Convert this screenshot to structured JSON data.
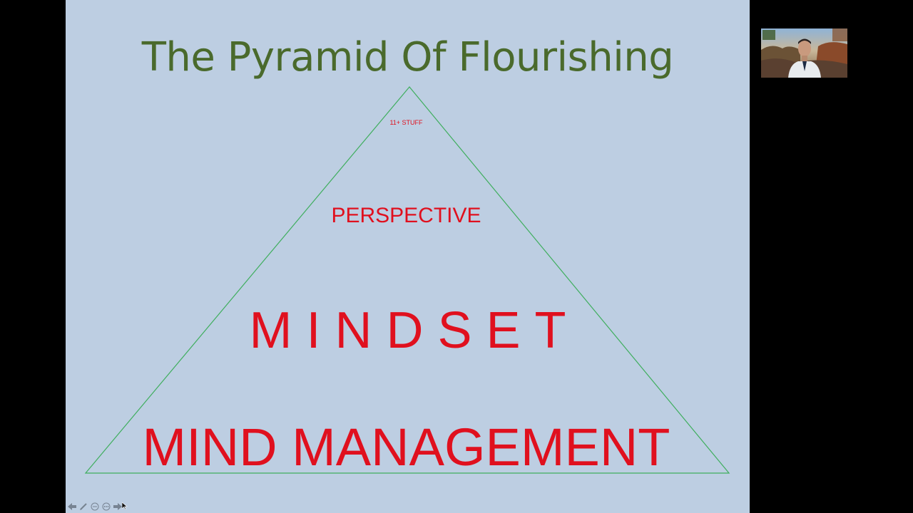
{
  "slide": {
    "title": "The Pyramid Of Flourishing",
    "tiers": {
      "top": "11+ STUFF",
      "perspective": "PERSPECTIVE",
      "mindset": "MINDSET",
      "base": "MIND MANAGEMENT"
    }
  },
  "controls": {
    "icons": [
      "arrow-left-icon",
      "pen-icon",
      "zoom-out-icon",
      "more-icon",
      "arrow-right-icon"
    ]
  },
  "colors": {
    "background": "#000000",
    "slide_background": "#bdcee2",
    "title": "#4a6a2c",
    "tier_text": "#e0101e",
    "pyramid_outline": "#3fae5e"
  }
}
